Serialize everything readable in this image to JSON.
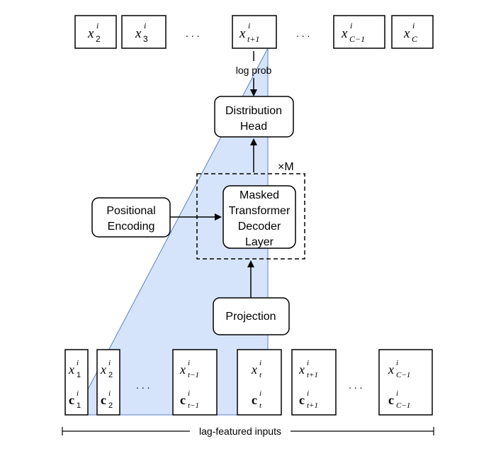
{
  "diagram": {
    "top_outputs": [
      {
        "var": "x",
        "sup": "i",
        "sub": "2"
      },
      {
        "var": "x",
        "sup": "i",
        "sub": "3"
      },
      {
        "var": "x",
        "sup": "i",
        "sub": "t+1"
      },
      {
        "var": "x",
        "sup": "i",
        "sub": "C−1"
      },
      {
        "var": "x",
        "sup": "i",
        "sub": "C"
      }
    ],
    "top_ellipsis": ". . .",
    "log_prob_label": "log prob",
    "distribution_head": [
      "Distribution",
      "Head"
    ],
    "repeat_label": "×M",
    "decoder_layer": [
      "Masked",
      "Transformer",
      "Decoder",
      "Layer"
    ],
    "positional_encoding": [
      "Positional",
      "Encoding"
    ],
    "projection": "Projection",
    "bottom_inputs": [
      {
        "x_var": "x",
        "c_var": "c",
        "sup": "i",
        "sub": "1"
      },
      {
        "x_var": "x",
        "c_var": "c",
        "sup": "i",
        "sub": "2"
      },
      {
        "x_var": "x",
        "c_var": "c",
        "sup": "i",
        "sub": "t−1"
      },
      {
        "x_var": "x",
        "c_var": "c",
        "sup": "i",
        "sub": "t"
      },
      {
        "x_var": "x",
        "c_var": "c",
        "sup": "i",
        "sub": "t+1"
      },
      {
        "x_var": "x",
        "c_var": "c",
        "sup": "i",
        "sub": "C−1"
      }
    ],
    "bottom_ellipsis": ". . .",
    "span_label": "lag-featured inputs",
    "colors": {
      "mask_fill": "#d6e4fb",
      "mask_stroke": "#5b7fc6",
      "stroke": "#000000"
    }
  }
}
